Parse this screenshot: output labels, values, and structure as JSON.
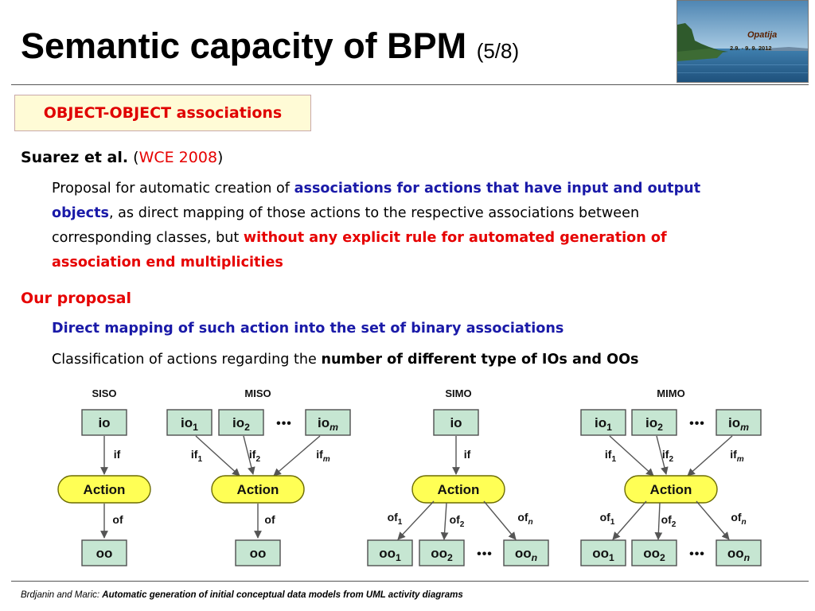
{
  "title": {
    "main": "Semantic capacity of BPM",
    "sub": "(5/8)"
  },
  "badge": {
    "name": "Opatija",
    "dates": "2.9. - 9. 9. 2012"
  },
  "section_heading": "OBJECT-OBJECT associations",
  "suarez": {
    "authors": "Suarez et al.",
    "open": "(",
    "venue": "WCE 2008",
    "close": ")",
    "p1_plain": "Proposal for automatic creation of ",
    "p1_blue_line1": "associations for actions that have input and output",
    "p1_blue_line2": "objects",
    "p1_tail_line2": ", as direct mapping of those actions to the respective associations between",
    "p1_line3_plain": "corresponding classes, but ",
    "p1_red_line3": "without any explicit rule for automated generation of",
    "p1_red_line4": "association end multiplicities"
  },
  "proposal": {
    "heading": "Our proposal",
    "item1": "Direct mapping of such action into the set of binary associations",
    "item2_plain": "Classification of actions regarding the ",
    "item2_bold": "number of different type of IOs and OOs"
  },
  "diagram": {
    "labels": {
      "siso": "SISO",
      "miso": "MISO",
      "simo": "SIMO",
      "mimo": "MIMO"
    },
    "action": "Action",
    "io": "io",
    "oo": "oo",
    "if": "if",
    "of": "of",
    "sub1": "1",
    "sub2": "2",
    "subm": "m",
    "subn": "n",
    "dots": "•••"
  },
  "footer": {
    "authors": "Brdjanin and Maric: ",
    "paper": "Automatic generation of initial conceptual data models  from UML activity diagrams"
  },
  "colors": {
    "box_fill": "#c6e6d2",
    "action_fill": "#ffff55",
    "accent_red": "#e60000",
    "accent_blue": "#1a1aa8"
  }
}
